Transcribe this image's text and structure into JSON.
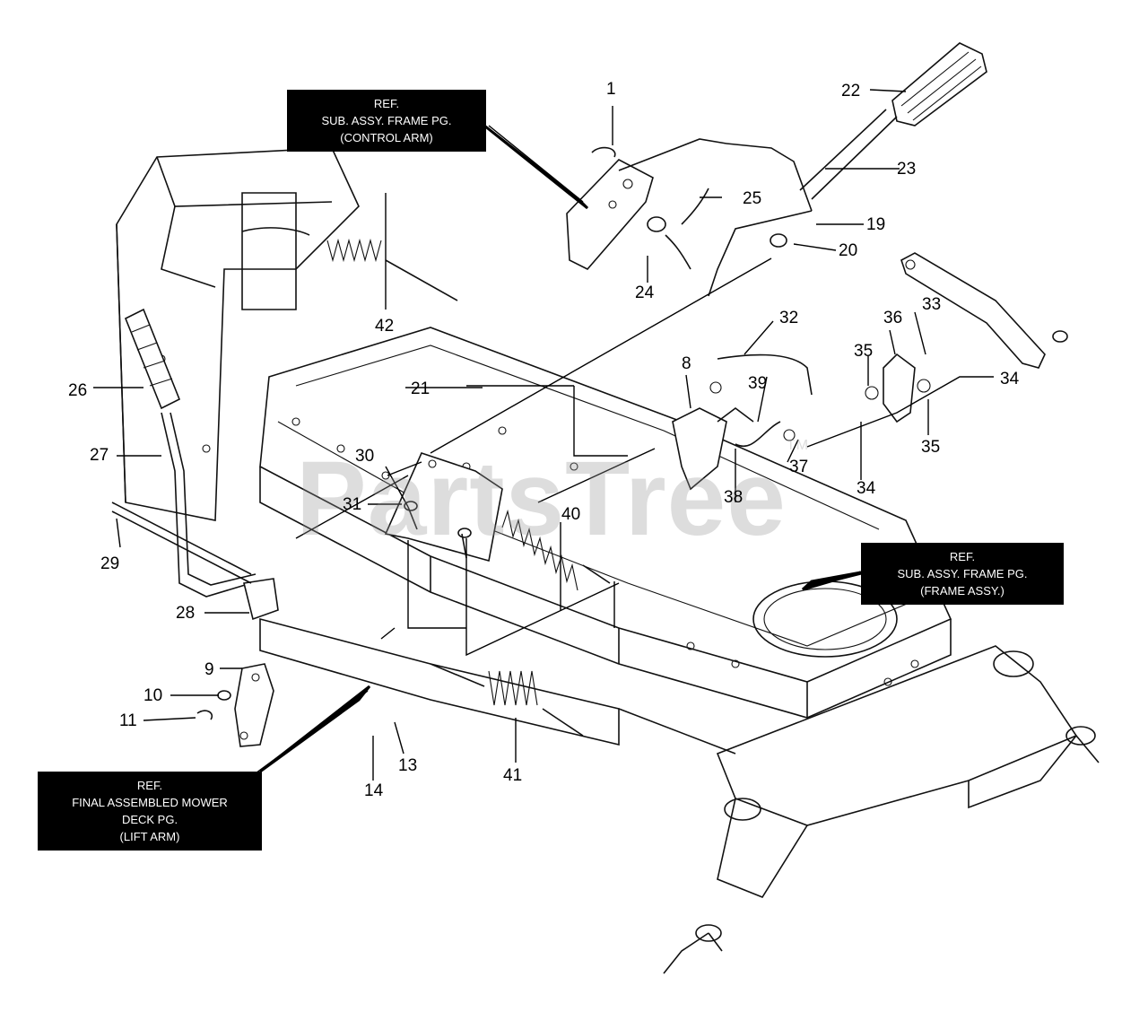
{
  "watermark": "PartsTree",
  "watermark_tm": "TM",
  "ref_boxes": {
    "control_arm": [
      "REF.",
      "SUB. ASSY. FRAME PG.",
      "(CONTROL ARM)"
    ],
    "frame_assy": [
      "REF.",
      "SUB. ASSY. FRAME PG.",
      "(FRAME ASSY.)"
    ],
    "lift_arm": [
      "REF.",
      "FINAL ASSEMBLED MOWER",
      "DECK PG.",
      "(LIFT ARM)"
    ]
  },
  "callouts": [
    "1",
    "8",
    "9",
    "10",
    "11",
    "13",
    "14",
    "19",
    "20",
    "21",
    "22",
    "23",
    "24",
    "25",
    "26",
    "27",
    "28",
    "29",
    "30",
    "31",
    "32",
    "33",
    "34",
    "34",
    "35",
    "35",
    "36",
    "37",
    "38",
    "39",
    "40",
    "41",
    "42"
  ]
}
